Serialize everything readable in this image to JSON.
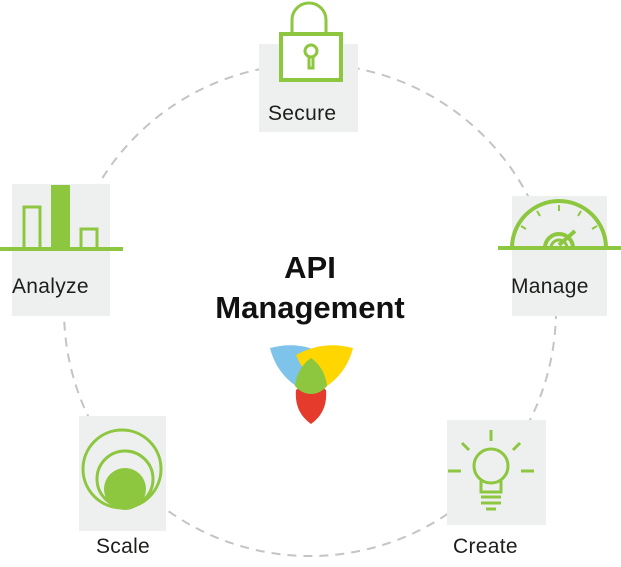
{
  "center": {
    "title_line1": "API",
    "title_line2": "Management"
  },
  "nodes": [
    {
      "label": "Secure",
      "icon": "lock-icon"
    },
    {
      "label": "Manage",
      "icon": "gauge-icon"
    },
    {
      "label": "Create",
      "icon": "lightbulb-icon"
    },
    {
      "label": "Scale",
      "icon": "concentric-circles-icon"
    },
    {
      "label": "Analyze",
      "icon": "bar-chart-icon"
    }
  ],
  "colors": {
    "accent_green": "#8dc63f",
    "tile_gray": "#eef0ef",
    "ring_dash": "#c4c4c4",
    "logo_blue": "#7ec3e9",
    "logo_yellow": "#ffd600",
    "logo_green": "#8dc63f",
    "logo_red": "#e53b2c"
  }
}
